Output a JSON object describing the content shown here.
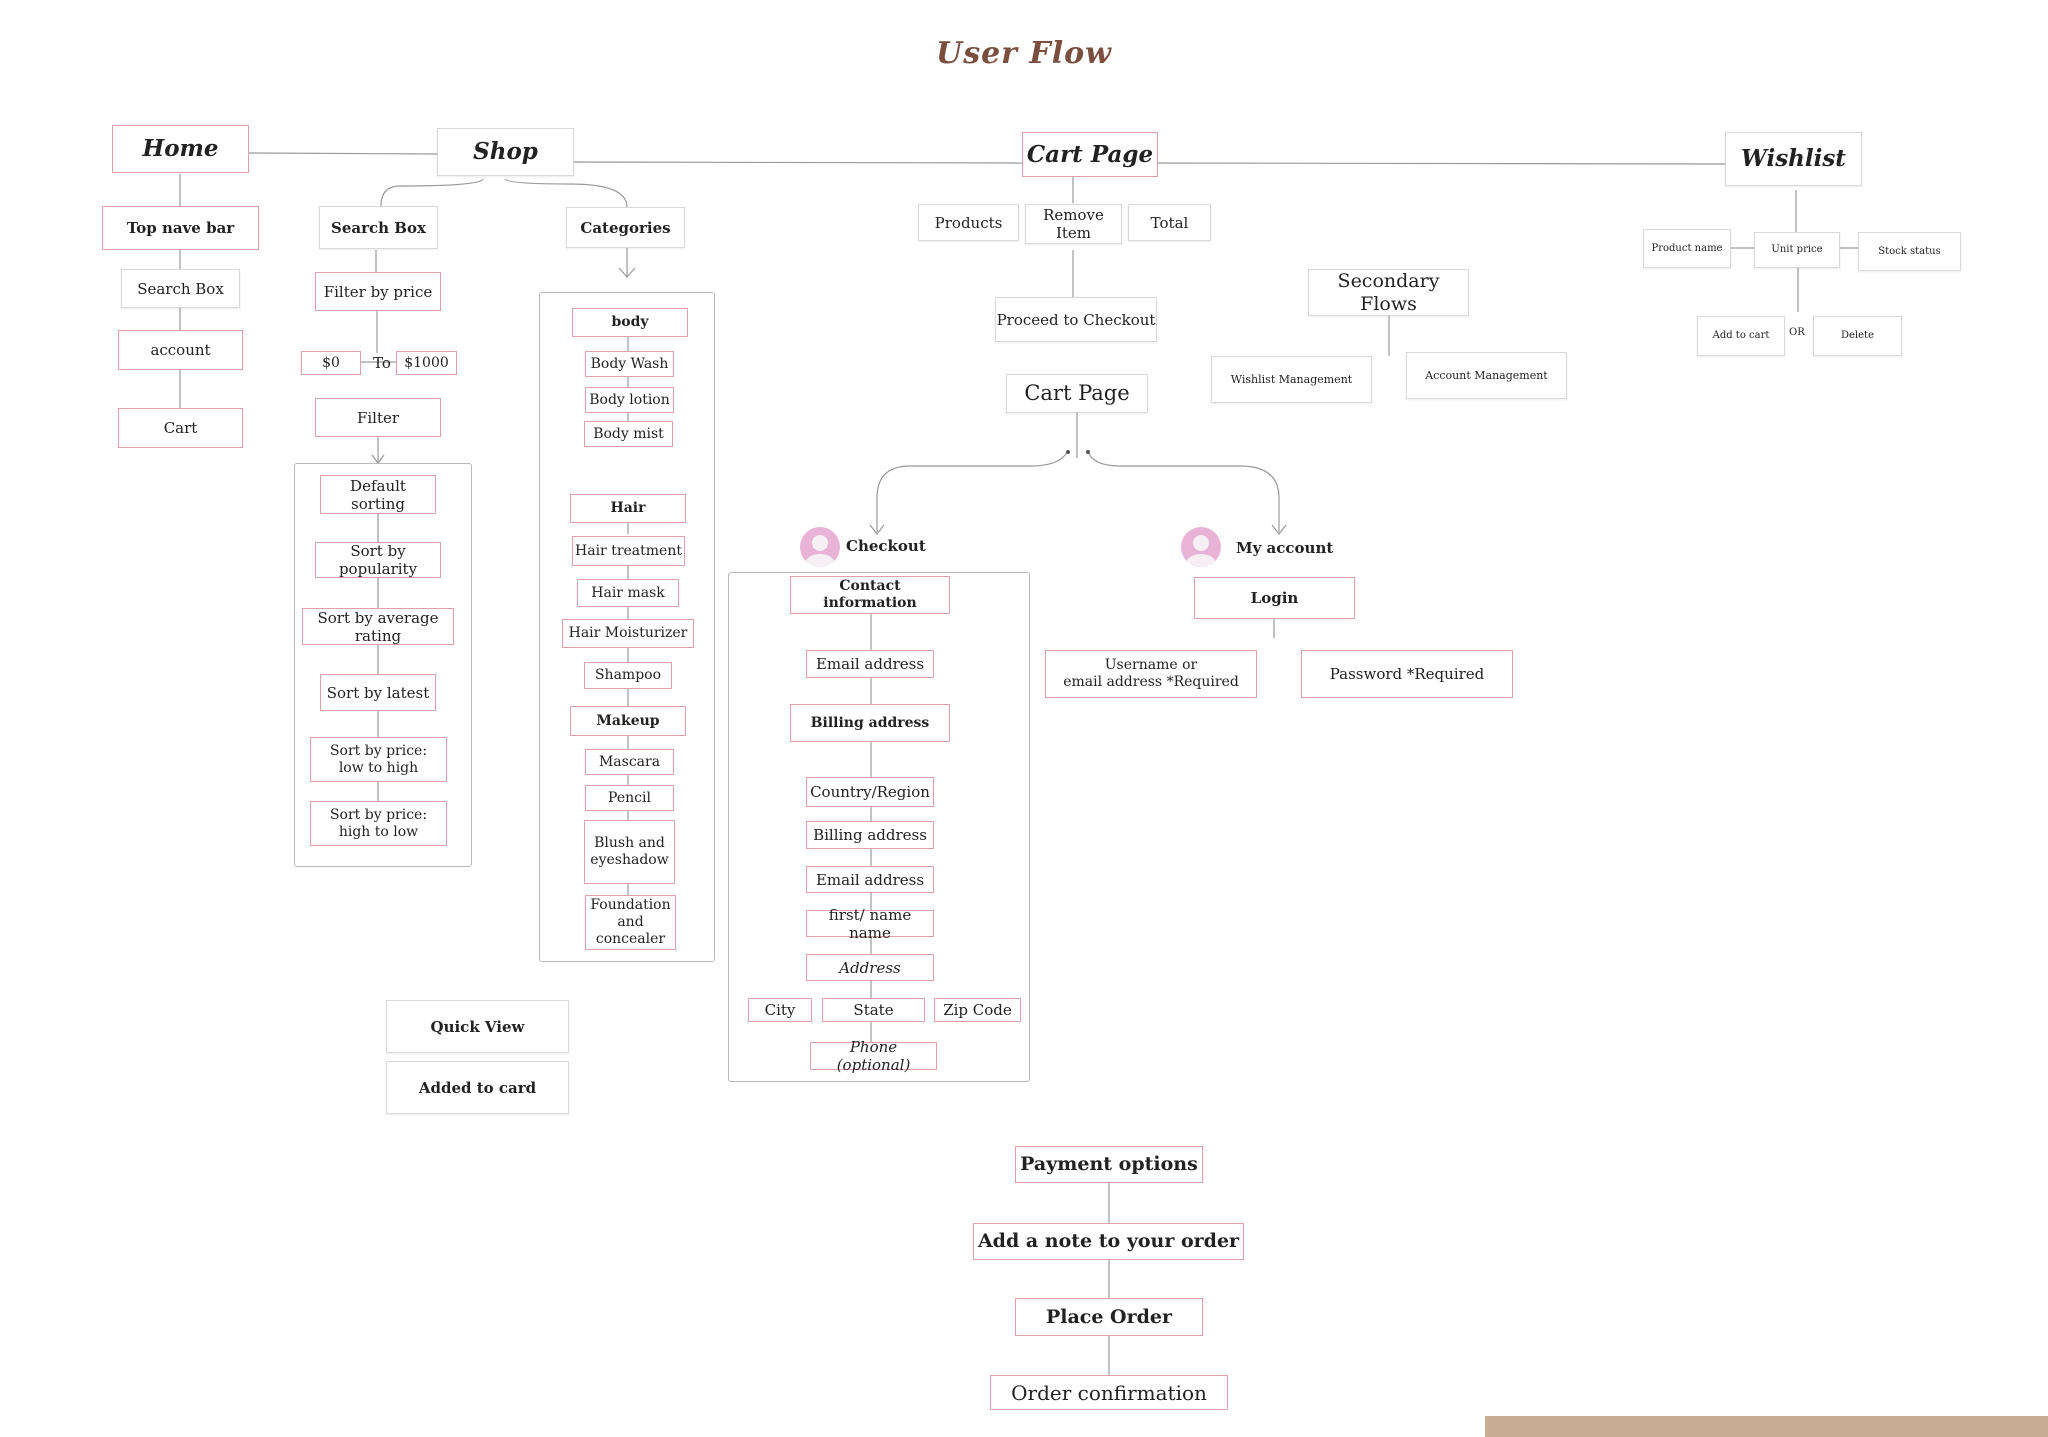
{
  "title": "User Flow",
  "main_nav": {
    "home": "Home",
    "shop": "Shop",
    "cart_page": "Cart Page",
    "wishlist": "Wishlist"
  },
  "home": {
    "top_nav_bar": "Top nave bar",
    "search_box": "Search Box",
    "account": "account",
    "cart": "Cart"
  },
  "shop": {
    "search_box": "Search Box",
    "filter_by_price": "Filter by price",
    "price_min": "$0",
    "to": "To",
    "price_max": "$1000",
    "filter": "Filter",
    "sorting": [
      "Default sorting",
      "Sort by popularity",
      "Sort by average rating",
      "Sort by latest",
      "Sort by price:\nlow to high",
      "Sort by price:\nhigh to low"
    ],
    "quick_view": "Quick View",
    "added_to_card": "Added to card"
  },
  "categories": {
    "label": "Categories",
    "body": {
      "label": "body",
      "items": [
        "Body Wash",
        "Body lotion",
        "Body mist"
      ]
    },
    "hair": {
      "label": "Hair",
      "items": [
        "Hair treatment",
        "Hair mask",
        "Hair Moisturizer",
        "Shampoo"
      ]
    },
    "makeup": {
      "label": "Makeup",
      "items": [
        "Mascara",
        "Pencil",
        "Blush and\neyeshadow",
        "Foundation\nand concealer"
      ]
    }
  },
  "cart": {
    "products": "Products",
    "remove_item": "Remove Item",
    "total": "Total",
    "proceed": "Proceed to Checkout",
    "cart_page": "Cart Page"
  },
  "secondary": {
    "label": "Secondary Flows",
    "wishlist_management": "Wishlist Management",
    "account_management": "Account Management"
  },
  "wishlist": {
    "product_name": "Product name",
    "unit_price": "Unit price",
    "stock_status": "Stock status",
    "add_to_cart": "Add to cart",
    "or": "OR",
    "delete": "Delete"
  },
  "checkout": {
    "label": "Checkout",
    "contact_information": "Contact information",
    "email_address": "Email address",
    "billing_address_header": "Billing address",
    "country_region": "Country/Region",
    "billing_address": "Billing address",
    "email_address_2": "Email address",
    "name": "first/ name name",
    "address": "Address",
    "city": "City",
    "state": "State",
    "zip": "Zip Code",
    "phone": "Phone (optional)"
  },
  "account": {
    "label": "My account",
    "login": "Login",
    "username": "Username or\nemail address *Required",
    "password": "Password *Required"
  },
  "payment": {
    "payment_options": "Payment options",
    "add_note": "Add a note to your order",
    "place_order": "Place Order",
    "order_confirmation": "Order confirmation"
  },
  "colors": {
    "title": "#7a4f3f",
    "pink_border": "#e0a0a8",
    "gray_border": "#d9d9d9",
    "avatar": "#e8b3d6",
    "band": "#c9ad95"
  }
}
